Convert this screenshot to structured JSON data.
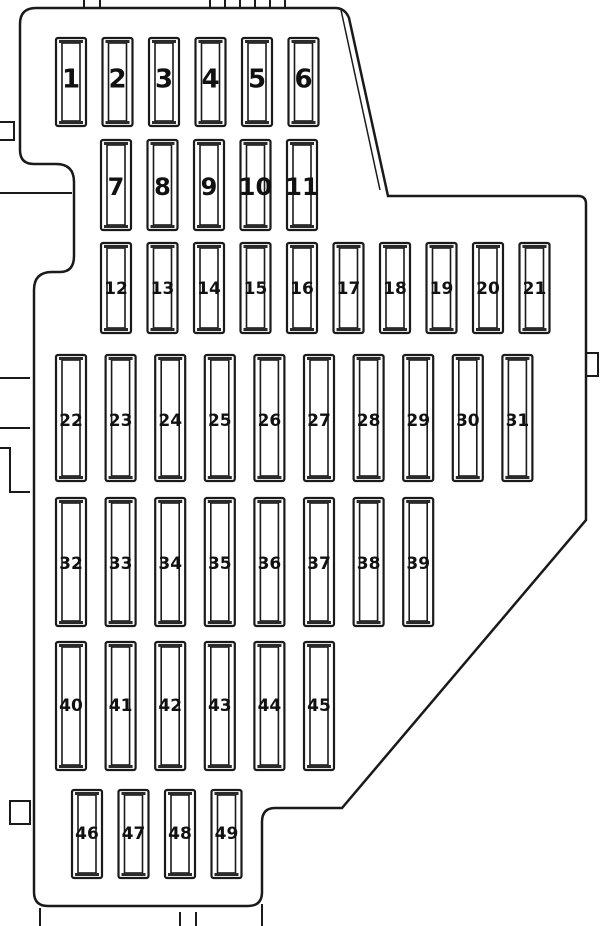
{
  "fuse_box": {
    "fuses": [
      {
        "id": "f1",
        "label": "1"
      },
      {
        "id": "f2",
        "label": "2"
      },
      {
        "id": "f3",
        "label": "3"
      },
      {
        "id": "f4",
        "label": "4"
      },
      {
        "id": "f5",
        "label": "5"
      },
      {
        "id": "f6",
        "label": "6"
      },
      {
        "id": "f7",
        "label": "7"
      },
      {
        "id": "f8",
        "label": "8"
      },
      {
        "id": "f9",
        "label": "9"
      },
      {
        "id": "f10",
        "label": "10"
      },
      {
        "id": "f11",
        "label": "11"
      },
      {
        "id": "f12",
        "label": "12"
      },
      {
        "id": "f13",
        "label": "13"
      },
      {
        "id": "f14",
        "label": "14"
      },
      {
        "id": "f15",
        "label": "15"
      },
      {
        "id": "f16",
        "label": "16"
      },
      {
        "id": "f17",
        "label": "17"
      },
      {
        "id": "f18",
        "label": "18"
      },
      {
        "id": "f19",
        "label": "19"
      },
      {
        "id": "f20",
        "label": "20"
      },
      {
        "id": "f21",
        "label": "21"
      },
      {
        "id": "f22",
        "label": "22"
      },
      {
        "id": "f23",
        "label": "23"
      },
      {
        "id": "f24",
        "label": "24"
      },
      {
        "id": "f25",
        "label": "25"
      },
      {
        "id": "f26",
        "label": "26"
      },
      {
        "id": "f27",
        "label": "27"
      },
      {
        "id": "f28",
        "label": "28"
      },
      {
        "id": "f29",
        "label": "29"
      },
      {
        "id": "f30",
        "label": "30"
      },
      {
        "id": "f31",
        "label": "31"
      },
      {
        "id": "f32",
        "label": "32"
      },
      {
        "id": "f33",
        "label": "33"
      },
      {
        "id": "f34",
        "label": "34"
      },
      {
        "id": "f35",
        "label": "35"
      },
      {
        "id": "f36",
        "label": "36"
      },
      {
        "id": "f37",
        "label": "37"
      },
      {
        "id": "f38",
        "label": "38"
      },
      {
        "id": "f39",
        "label": "39"
      },
      {
        "id": "f40",
        "label": "40"
      },
      {
        "id": "f41",
        "label": "41"
      },
      {
        "id": "f42",
        "label": "42"
      },
      {
        "id": "f43",
        "label": "43"
      },
      {
        "id": "f44",
        "label": "44"
      },
      {
        "id": "f45",
        "label": "45"
      },
      {
        "id": "f46",
        "label": "46"
      },
      {
        "id": "f47",
        "label": "47"
      },
      {
        "id": "f48",
        "label": "48"
      },
      {
        "id": "f49",
        "label": "49"
      }
    ]
  }
}
